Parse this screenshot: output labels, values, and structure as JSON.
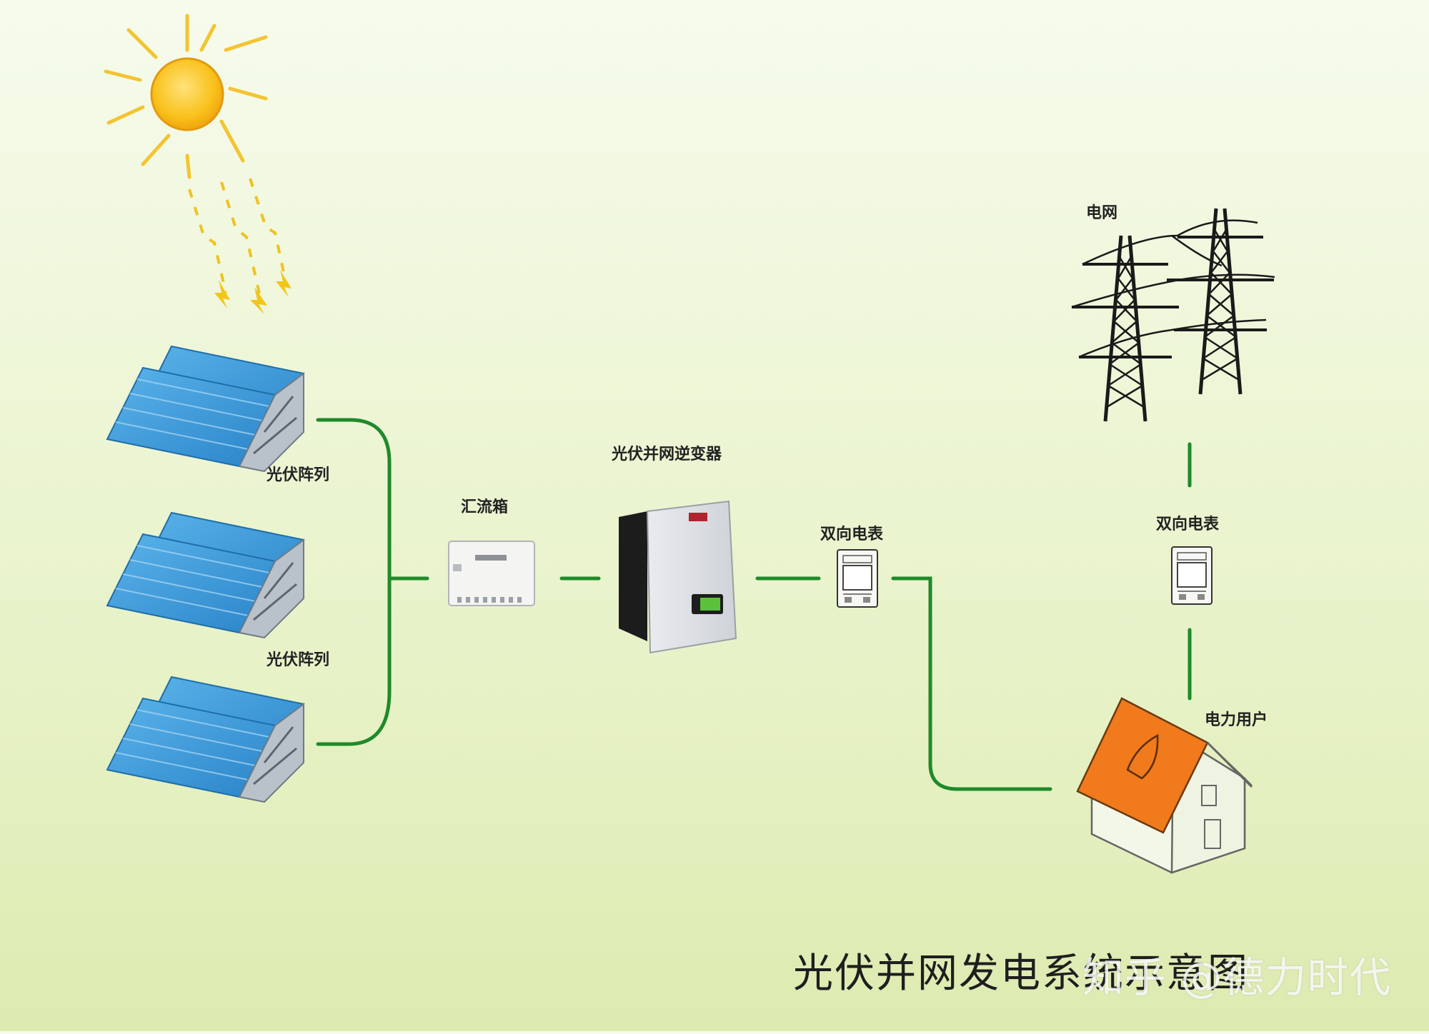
{
  "diagram": {
    "title": "光伏并网发电系统示意图",
    "watermark": "知乎 @德力时代",
    "labels": {
      "pv_array_1": "光伏阵列",
      "pv_array_2": "光伏阵列",
      "combiner_box": "汇流箱",
      "grid_inverter": "光伏并网逆变器",
      "meter_1": "双向电表",
      "meter_2": "双向电表",
      "power_grid": "电网",
      "power_user": "电力用户"
    }
  },
  "colors": {
    "connector_green": "#1f8a2a",
    "panel_blue": "#3b97d6",
    "sun_yellow": "#f7c21a",
    "roof_orange": "#f07a1c"
  }
}
